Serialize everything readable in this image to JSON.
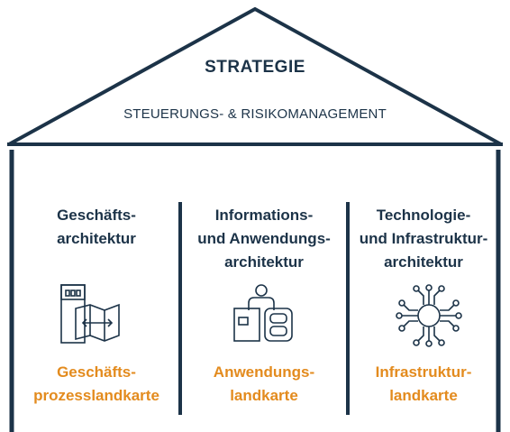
{
  "roof": {
    "title": "STRATEGIE",
    "subtitle": "STEUERUNGS- & RISIKOMANAGEMENT"
  },
  "columns": [
    {
      "heading": "Geschäfts-\narchitektur",
      "footer": "Geschäfts-\nprozesslandkarte",
      "icon": "building-map-icon"
    },
    {
      "heading": "Informations-\nund Anwendungs-\narchitektur",
      "footer": "Anwendungs-\nlandkarte",
      "icon": "user-application-icon"
    },
    {
      "heading": "Technologie-\nund Infrastruktur-\narchitektur",
      "footer": "Infrastruktur-\nlandkarte",
      "icon": "circuit-chip-icon"
    }
  ],
  "colors": {
    "navy": "#1c3348",
    "orange": "#e38b1e"
  }
}
